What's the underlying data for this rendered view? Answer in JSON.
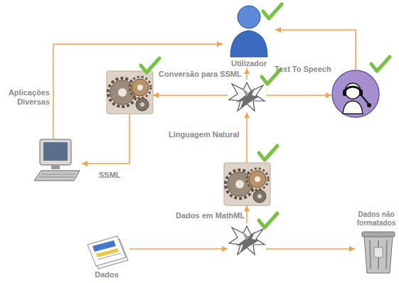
{
  "diagram": {
    "nodes": [
      {
        "text": [
          "Utilizador"
        ]
      },
      {
        "text": []
      },
      {
        "text": []
      },
      {
        "text": [
          "Text To Speech"
        ]
      },
      {
        "text": []
      },
      {
        "text": []
      },
      {
        "text": [
          "Dados"
        ]
      },
      {
        "text": []
      },
      {
        "text": [
          "Dados não formatados"
        ]
      }
    ],
    "edges": [
      {
        "from": 2,
        "to": 1,
        "arrow": "to",
        "label": "Conversão para SSML"
      },
      {
        "from": 2,
        "to": 3,
        "arrow": "to"
      },
      {
        "from": 2,
        "to": 0,
        "arrow": "to"
      },
      {
        "from": 3,
        "to": 0,
        "arrow": "to"
      },
      {
        "from": 1,
        "to": 4,
        "arrow": "to",
        "label": "SSML"
      },
      {
        "from": 4,
        "to": 0,
        "arrow": "to",
        "label": "Aplicações Diversas"
      },
      {
        "from": 5,
        "to": 2,
        "arrow": "to",
        "label": "Linguagem Natural"
      },
      {
        "from": 7,
        "to": 5,
        "arrow": "to",
        "label": "Dados em MathML"
      },
      {
        "from": 6,
        "to": 7,
        "arrow": "to"
      },
      {
        "from": 7,
        "to": 8,
        "arrow": "to"
      }
    ]
  }
}
